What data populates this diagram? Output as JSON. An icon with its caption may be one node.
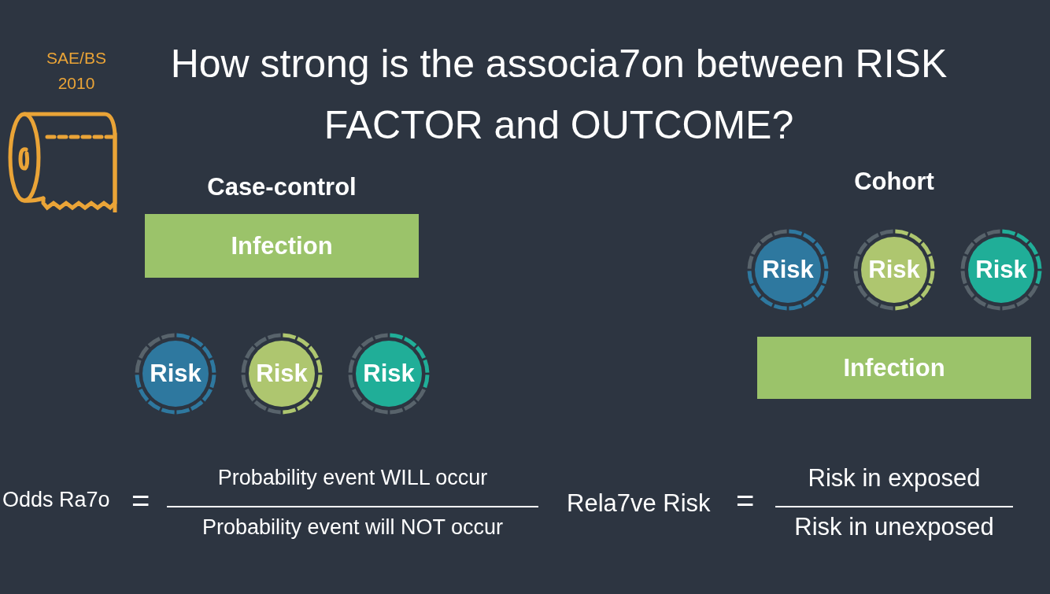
{
  "diagram": {
    "title": "How strong is the associa7on between RISK FACTOR and OUTCOME?",
    "nodes": [
      {
        "text": [
          "Infection"
        ]
      },
      {
        "text": [
          "Risk"
        ]
      },
      {
        "text": [
          "Risk"
        ]
      },
      {
        "text": [
          "Risk"
        ]
      },
      {
        "text": [
          "Risk"
        ]
      },
      {
        "text": [
          "Risk"
        ]
      },
      {
        "text": [
          "Risk"
        ]
      },
      {
        "text": [
          "Infection"
        ]
      }
    ],
    "labels": [
      "SAE/BS 2010",
      "Case-control",
      "Cohort",
      "Odds Ra7o",
      "=",
      "Probability event WILL occur",
      "Probability event will NOT occur",
      "Rela7ve Risk",
      "=",
      "Risk in exposed",
      "Risk in unexposed"
    ]
  }
}
